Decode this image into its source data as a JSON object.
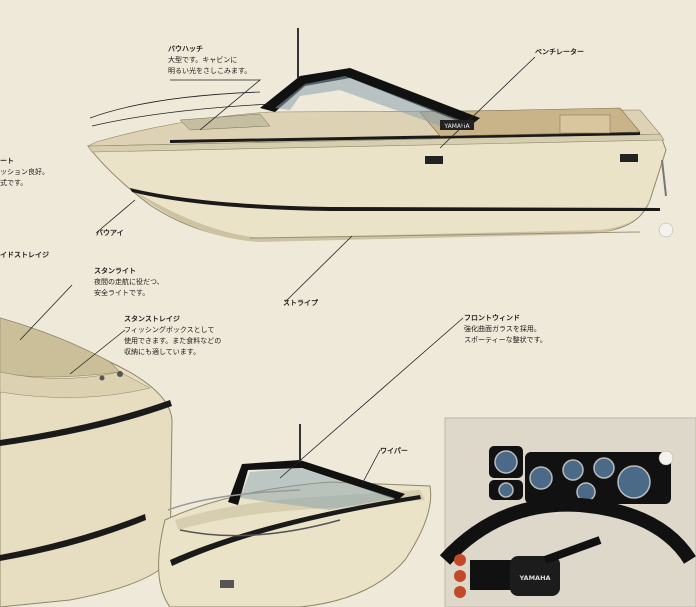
{
  "labels": {
    "bow_hatch": {
      "title": "バウハッチ",
      "desc1": "大型です。キャビンに",
      "desc2": "明るい光をさしこみます。"
    },
    "ventilator": {
      "title": "ベンチレーター"
    },
    "seat_partial": {
      "title": "ート",
      "desc1": "ッション良好。",
      "desc2": "式です。"
    },
    "bow_eye": {
      "title": "バウアイ"
    },
    "side_storage_partial": {
      "title": "イドストレイジ"
    },
    "stern_light": {
      "title": "スタンライト",
      "desc1": "夜間の走航に役だつ、",
      "desc2": "安全ライトです。"
    },
    "stripe": {
      "title": "ストライプ"
    },
    "front_window": {
      "title": "フロントウィンド",
      "desc1": "強化曲面ガラスを採用。",
      "desc2": "スポーティーな整状です。"
    },
    "stern_storage": {
      "title": "スタンストレイジ",
      "desc1": "フィッシングボックスとして",
      "desc2": "使用できます。また食料などの",
      "desc3": "収納にも適しています。"
    },
    "wiper": {
      "title": "ワイパー"
    }
  },
  "brand": {
    "hull_badge": "YAMAHA",
    "wheel_badge": "YAMAHA"
  },
  "colors": {
    "paper": "#efe9d9",
    "hull": "#e8dfc4",
    "stripe": "#1a1a1a",
    "deck": "#d9ccaa"
  }
}
